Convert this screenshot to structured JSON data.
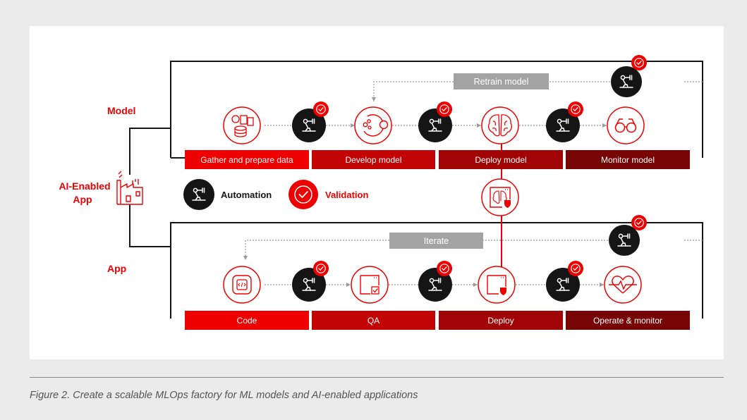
{
  "labels": {
    "model": "Model",
    "ai_app_line1": "AI-Enabled",
    "ai_app_line2": "App",
    "app": "App"
  },
  "legend": {
    "automation": "Automation",
    "validation": "Validation"
  },
  "model_loop": {
    "feedback": "Retrain model",
    "stages": [
      "Gather and prepare data",
      "Develop model",
      "Deploy model",
      "Monitor model"
    ]
  },
  "app_loop": {
    "feedback": "Iterate",
    "stages": [
      "Code",
      "QA",
      "Deploy",
      "Operate & monitor"
    ]
  },
  "colors": {
    "red": "#ee0000",
    "stage_colors": [
      "#ee0000",
      "#c30404",
      "#a10404",
      "#780505"
    ],
    "feedback_gray": "#a3a3a3",
    "automation_black": "#151515"
  },
  "icons": {
    "model_steps": [
      "data-icon",
      "develop-cycle-icon",
      "brain-icon",
      "binoculars-icon"
    ],
    "app_steps": [
      "code-icon",
      "qa-check-icon",
      "deploy-shield-icon",
      "heart-monitor-icon"
    ],
    "shared": "secure-model-icon",
    "factory": "factory-icon",
    "automation": "robot-arm-icon",
    "validation": "checkmark-badge-icon"
  },
  "caption": "Figure 2. Create a scalable MLOps factory for ML models and AI-enabled applications"
}
